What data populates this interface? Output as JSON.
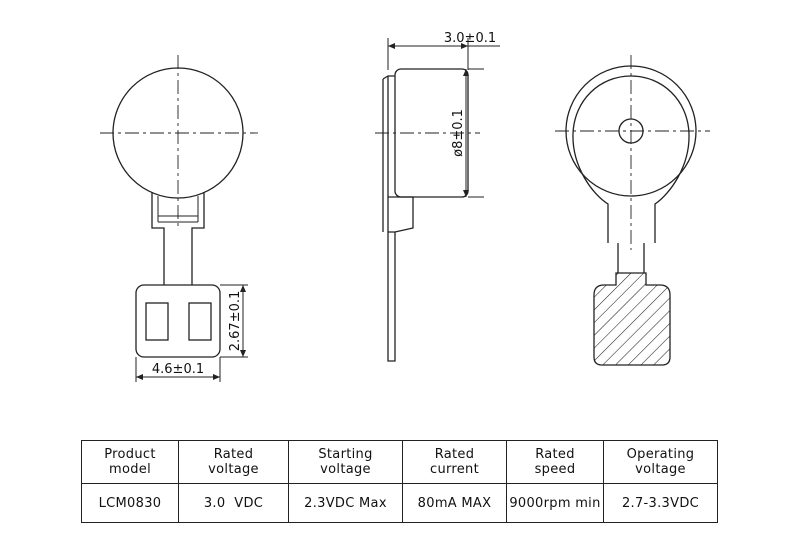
{
  "drawing": {
    "dim_thickness": "3.0±0.1",
    "dim_diameter": "ø8±0.1",
    "dim_pad_height": "2.67±0.1",
    "dim_pad_width": "4.6±0.1"
  },
  "table": {
    "headers": [
      {
        "line1": "Product",
        "line2": "model"
      },
      {
        "line1": "Rated",
        "line2": "voltage"
      },
      {
        "line1": "Starting",
        "line2": "voltage"
      },
      {
        "line1": "Rated",
        "line2": "current"
      },
      {
        "line1": "Rated",
        "line2": "speed"
      },
      {
        "line1": "Operating",
        "line2": "voltage"
      }
    ],
    "values": [
      "LCM0830",
      "3.0  VDC",
      "2.3VDC Max",
      "80mA MAX",
      "9000rpm min",
      "2.7-3.3VDC"
    ]
  }
}
